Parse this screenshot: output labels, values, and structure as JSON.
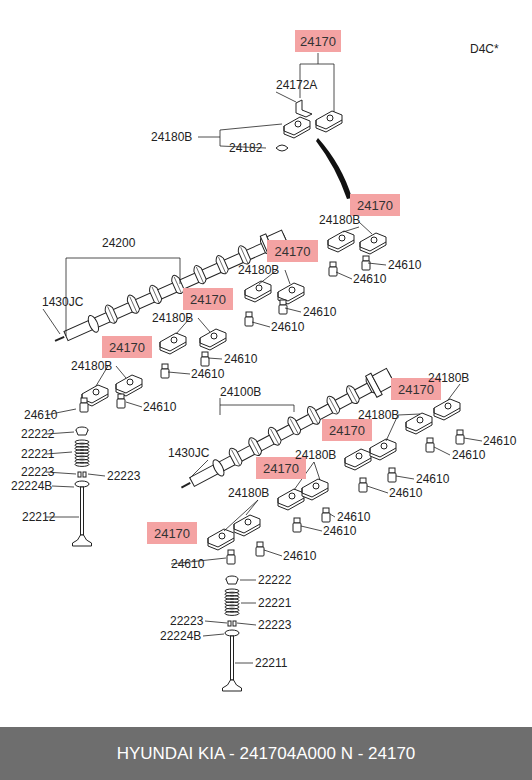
{
  "diagram": {
    "nodes": [
      {
        "text": [
          "24170"
        ]
      },
      {
        "text": [
          "24170"
        ]
      },
      {
        "text": [
          "24170"
        ]
      },
      {
        "text": [
          "24170"
        ]
      },
      {
        "text": [
          "24170"
        ]
      },
      {
        "text": [
          "24170"
        ]
      },
      {
        "text": [
          "24170"
        ]
      },
      {
        "text": [
          "24170"
        ]
      },
      {
        "text": [
          "24170"
        ]
      }
    ],
    "labels": [
      "D4C*",
      "24172A",
      "24180B",
      "24182",
      "24180B",
      "24610",
      "24610",
      "24200",
      "24180B",
      "24610",
      "24610",
      "1430JC",
      "24180B",
      "24610",
      "24610",
      "24180B",
      "24100B",
      "24180B",
      "24610",
      "24610",
      "22222",
      "24180B",
      "24610",
      "22221",
      "24610",
      "1430JC",
      "24180B",
      "22223",
      "22223",
      "22224B",
      "24610",
      "24610",
      "24180B",
      "22212",
      "24610",
      "24610",
      "24610",
      "24610",
      "22222",
      "22221",
      "22223",
      "22223",
      "22224B",
      "22211",
      "HYUNDAI  KIA - 241704A000     N - 24170"
    ]
  }
}
